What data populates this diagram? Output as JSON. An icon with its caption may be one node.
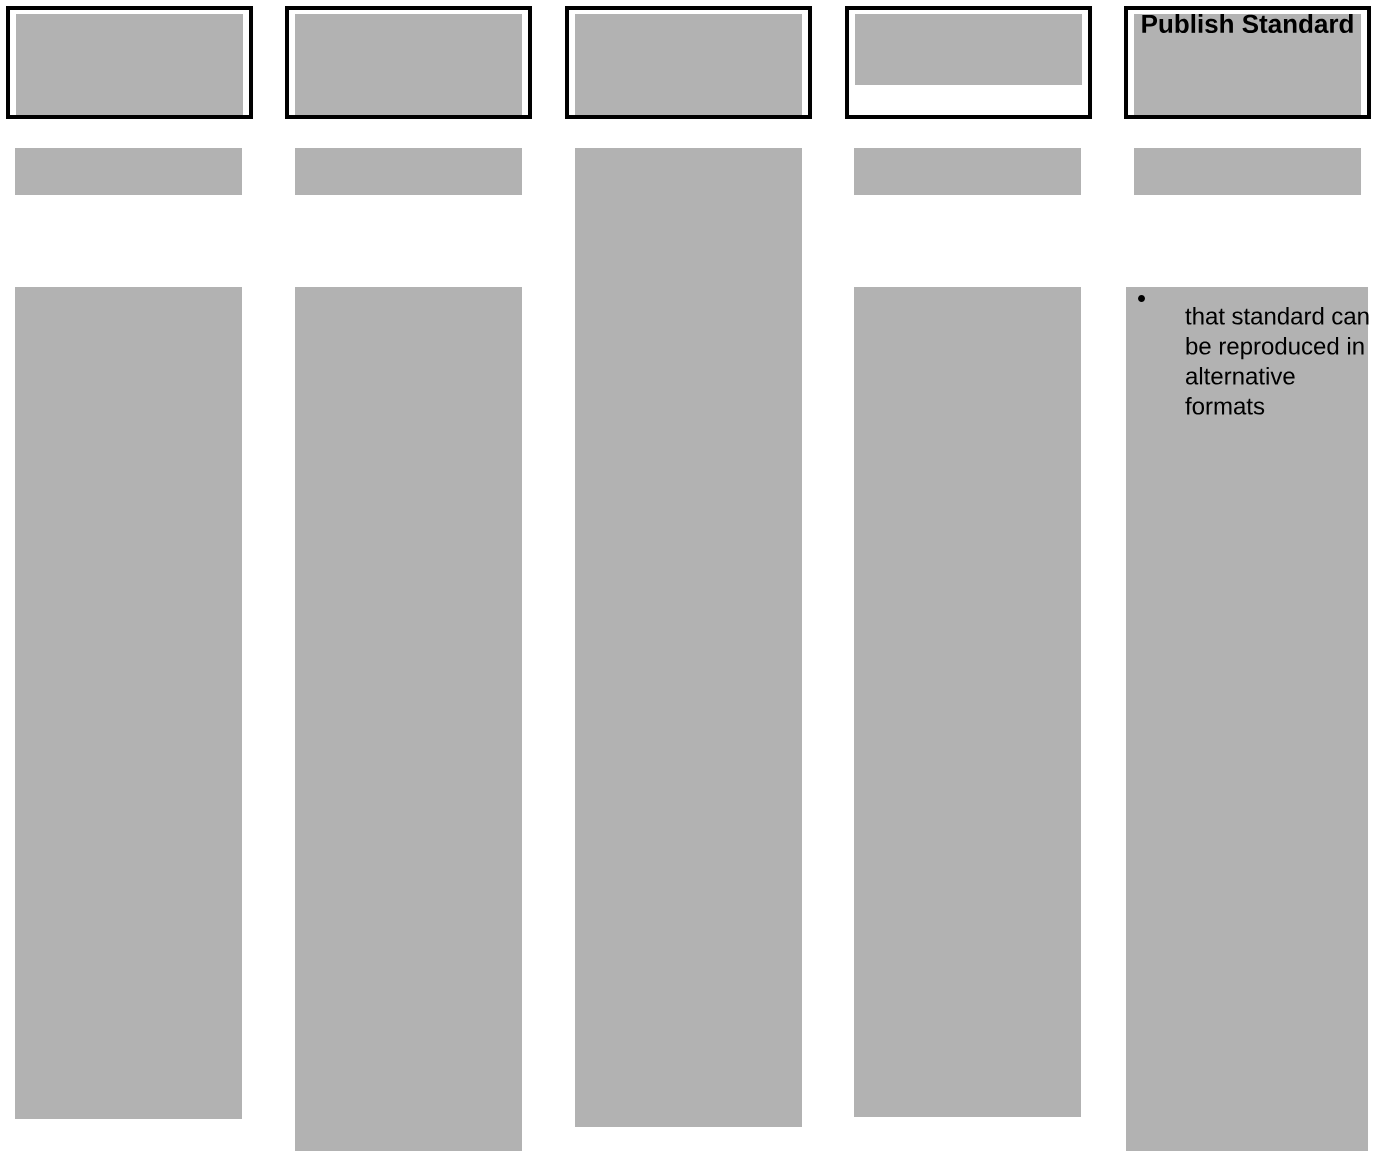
{
  "diagram": {
    "nodes": [
      {
        "text": [],
        "shape": "box"
      },
      {
        "text": [],
        "shape": "box"
      },
      {
        "text": [],
        "shape": "box"
      },
      {
        "text": [],
        "shape": "box"
      },
      {
        "text": [
          "Publish Standard"
        ]
      },
      {
        "text": [],
        "shape": "box"
      },
      {
        "text": [],
        "shape": "box"
      },
      {
        "text": [],
        "shape": "box"
      },
      {
        "text": [],
        "shape": "box"
      },
      {
        "text": [],
        "shape": "box"
      },
      {
        "text": [],
        "shape": "box"
      },
      {
        "text": [],
        "shape": "box"
      },
      {
        "text": [],
        "shape": "box"
      },
      {
        "text": [
          "that standard can be reproduced in alternative formats"
        ]
      }
    ]
  }
}
